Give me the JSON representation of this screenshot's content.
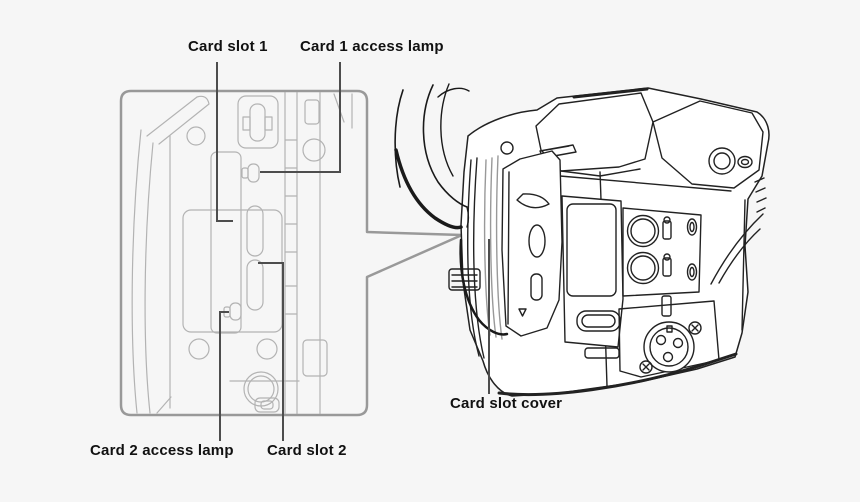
{
  "figure": {
    "type": "hardware-callout-diagram",
    "subject": "camcorder card slot area",
    "background": "#f6f6f6",
    "labels": {
      "card_slot_1": "Card slot 1",
      "card_1_access_lamp": "Card 1 access lamp",
      "card_2_access_lamp": "Card 2 access lamp",
      "card_slot_2": "Card slot 2",
      "card_slot_cover": "Card slot cover"
    },
    "colors": {
      "label_text": "#111111",
      "leader_line": "#4d4d4d",
      "callout_border": "#999999",
      "detail_line": "#b3b3b3",
      "camera_line": "#222222",
      "fill": "#ffffff"
    },
    "icons": [
      "card-slot-detail-drawing",
      "camcorder-rear-left-drawing",
      "callout-wedge",
      "xlr-connector-icon",
      "audio-level-knob-icon",
      "card-access-lamp-icon"
    ]
  }
}
